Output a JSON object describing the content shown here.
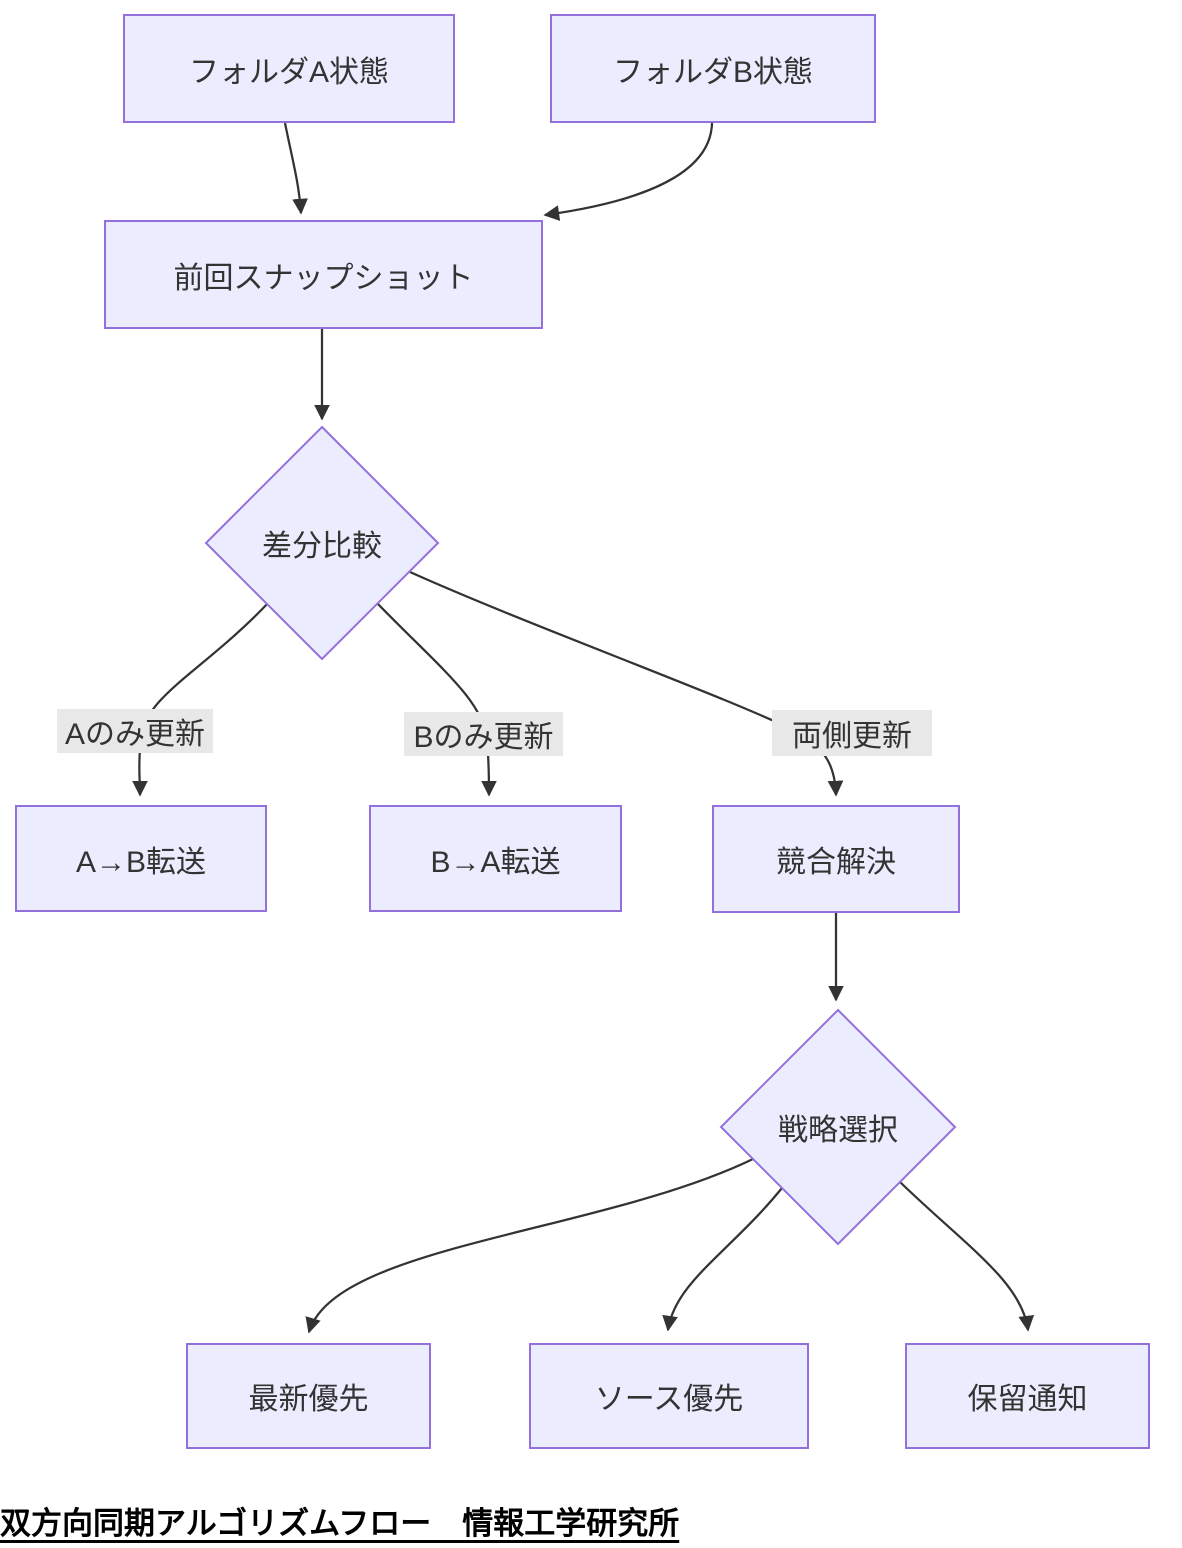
{
  "diagram_title": "双方向同期アルゴリズムフロー　情報工学研究所",
  "colors": {
    "node_fill": "#ECECFF",
    "node_border": "#9370DB",
    "edge_line": "#333333",
    "edge_label_bg": "#e8e8e8",
    "node_text": "#333333",
    "title_text": "#000000"
  },
  "nodes": {
    "folder_a": {
      "label": "フォルダA状態"
    },
    "folder_b": {
      "label": "フォルダB状態"
    },
    "snapshot": {
      "label": "前回スナップショット"
    },
    "diff_compare": {
      "label": "差分比較"
    },
    "transfer_a_to_b": {
      "label": "A→B転送"
    },
    "transfer_b_to_a": {
      "label": "B→A転送"
    },
    "conflict_resolve": {
      "label": "競合解決"
    },
    "strategy_select": {
      "label": "戦略選択"
    },
    "latest_priority": {
      "label": "最新優先"
    },
    "source_priority": {
      "label": "ソース優先"
    },
    "hold_notify": {
      "label": "保留通知"
    }
  },
  "edge_labels": {
    "a_only": "Aのみ更新",
    "b_only": "Bのみ更新",
    "both_sides": "両側更新"
  }
}
